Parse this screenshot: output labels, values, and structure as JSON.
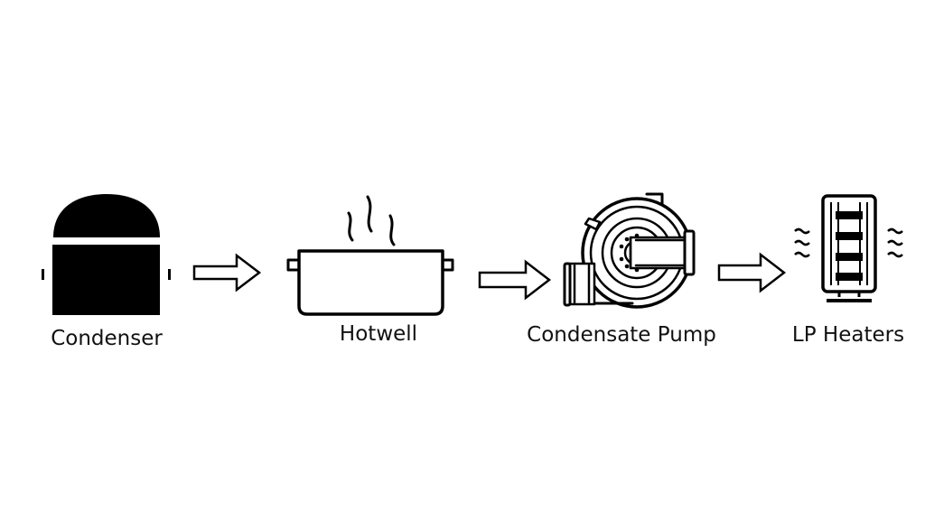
{
  "nodes": [
    {
      "id": "condenser",
      "label": "Condenser",
      "icon": "condenser-icon"
    },
    {
      "id": "hotwell",
      "label": "Hotwell",
      "icon": "hotwell-pot-icon"
    },
    {
      "id": "condensate_pump",
      "label": "Condensate Pump",
      "icon": "centrifugal-pump-icon"
    },
    {
      "id": "lp_heaters",
      "label": "LP Heaters",
      "icon": "heater-icon"
    }
  ],
  "edges": [
    {
      "from": "condenser",
      "to": "hotwell",
      "icon": "arrow-right-icon"
    },
    {
      "from": "hotwell",
      "to": "condensate_pump",
      "icon": "arrow-right-icon"
    },
    {
      "from": "condensate_pump",
      "to": "lp_heaters",
      "icon": "arrow-right-icon"
    }
  ],
  "colors": {
    "ink": "#000000",
    "background": "#ffffff"
  }
}
